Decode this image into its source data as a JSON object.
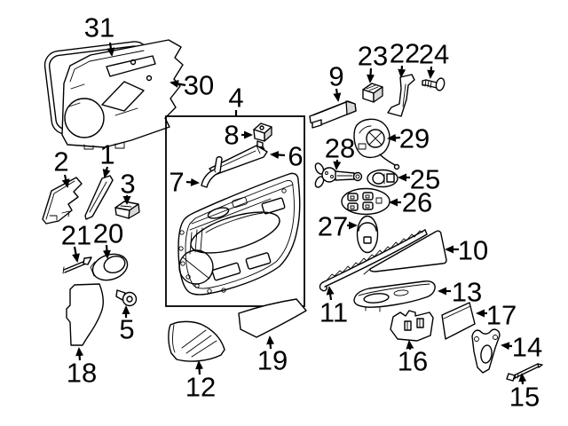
{
  "diagram": {
    "type": "exploded-parts-diagram",
    "subject": "door-interior-trim-panel",
    "colors": {
      "background": "#ffffff",
      "line": "#000000",
      "shade": "#d9d9d9"
    },
    "callouts": {
      "c1": "1",
      "c2": "2",
      "c3": "3",
      "c4": "4",
      "c5": "5",
      "c6": "6",
      "c7": "7",
      "c8": "8",
      "c9": "9",
      "c10": "10",
      "c11": "11",
      "c12": "12",
      "c13": "13",
      "c14": "14",
      "c15": "15",
      "c16": "16",
      "c17": "17",
      "c18": "18",
      "c19": "19",
      "c20": "20",
      "c21": "21",
      "c22": "22",
      "c23": "23",
      "c24": "24",
      "c25": "25",
      "c26": "26",
      "c27": "27",
      "c28": "28",
      "c29": "29",
      "c30": "30",
      "c31": "31"
    }
  }
}
